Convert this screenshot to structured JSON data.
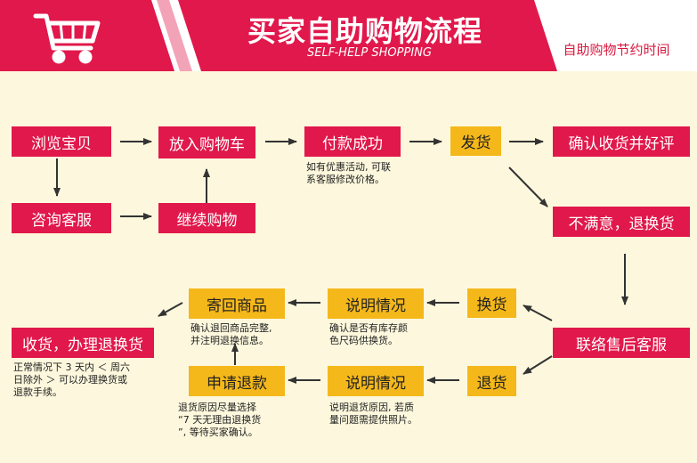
{
  "header": {
    "title": "买家自助购物流程",
    "subtitle": "SELF-HELP SHOPPING",
    "slogan": "自助购物节约时间",
    "icon": "shopping-cart-icon"
  },
  "colors": {
    "banner": "#e1184b",
    "background": "#fdf8dd",
    "red_box": "#e1184b",
    "yellow_box": "#f5b81a",
    "slogan_text": "#d8183f"
  },
  "steps": {
    "browse": "浏览宝贝",
    "add_to_cart": "放入购物车",
    "payment_success": "付款成功",
    "ship": "发货",
    "confirm_receipt": "确认收货并好评",
    "consult_service": "咨询客服",
    "continue_shopping": "继续购物",
    "unsatisfied": "不满意，退换货",
    "contact_after_sales": "联络售后客服",
    "exchange": "换货",
    "explain_exchange": "说明情况",
    "return_goods": "寄回商品",
    "receive_return": "收货，办理退换货",
    "refund": "退货",
    "explain_refund": "说明情况",
    "apply_refund": "申请退款"
  },
  "notes": {
    "payment": [
      "如有优惠活动, 可联",
      "系客服修改价格。"
    ],
    "return_goods": [
      "确认退回商品完整,",
      "并注明退换信息。"
    ],
    "explain_exchange": [
      "确认是否有库存颜",
      "色尺码供换货。"
    ],
    "receive_return": [
      "正常情况下 3 天内 ＜ 周六",
      "日除外 ＞ 可以办理换货或",
      "退款手续。"
    ],
    "apply_refund": [
      "退货原因尽量选择",
      "“7 天无理由退换货",
      "”, 等待买家确认。"
    ],
    "explain_refund": [
      "说明退货原因, 若质",
      "量问题需提供照片。"
    ]
  }
}
